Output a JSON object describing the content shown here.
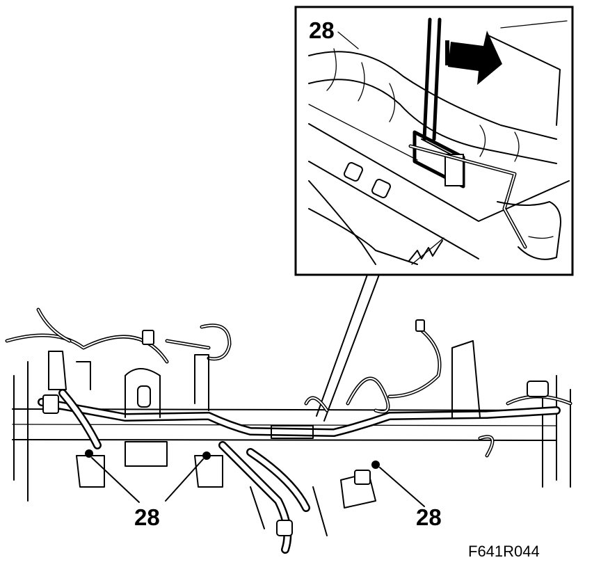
{
  "diagram": {
    "callouts": {
      "inset": "28",
      "bottom_left": "28",
      "bottom_center": "28",
      "bottom_right": "28"
    },
    "figure_code": "F641R044",
    "colors": {
      "ink": "#000000",
      "paper": "#ffffff"
    },
    "icons": [
      "arrow-icon",
      "spring-icon",
      "clip-icon",
      "tool-icon"
    ]
  }
}
